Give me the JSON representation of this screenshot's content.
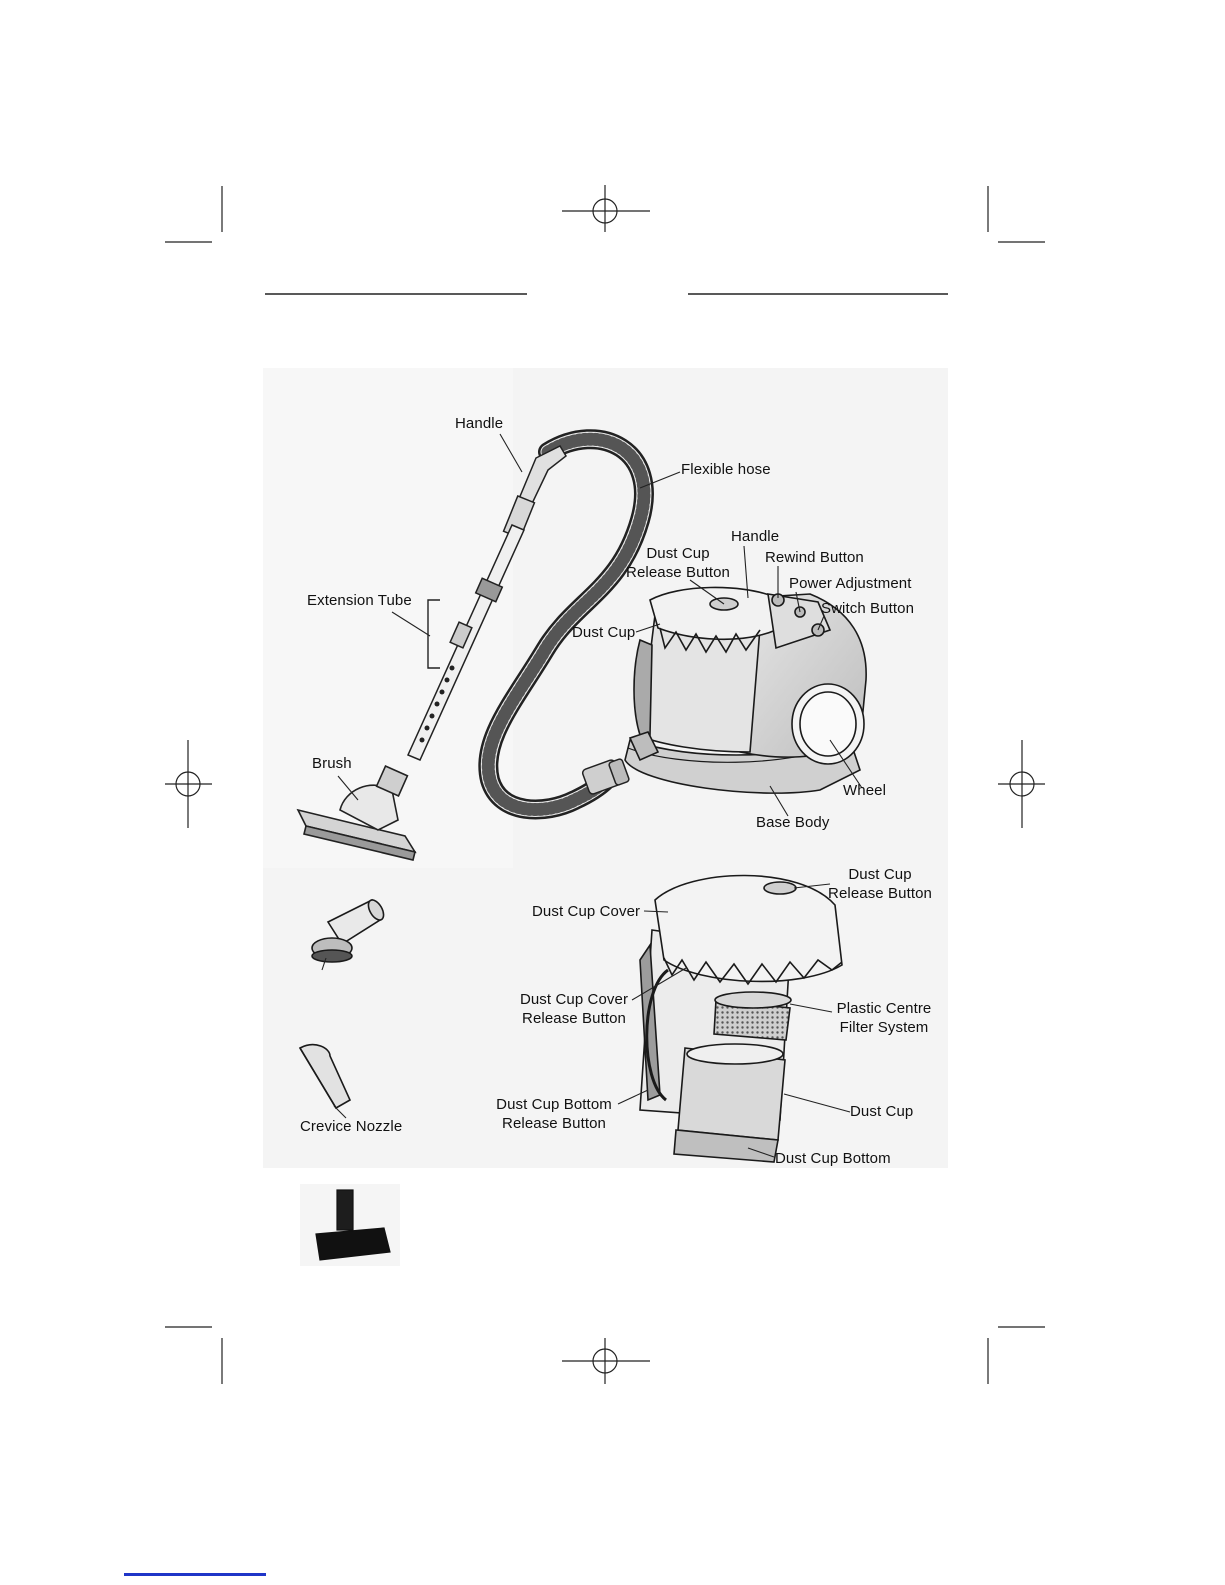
{
  "colors": {
    "ink": "#111111",
    "line": "#1a1a1a",
    "body_shade": "#d6d6d6",
    "panel_bg": "#f2f2f2",
    "accent_bar": "#1f35c8"
  },
  "icons": [
    "registration-mark-icon",
    "crop-mark-icon"
  ],
  "labels": {
    "handle_top": "Handle",
    "flexible_hose": "Flexible hose",
    "handle_body": "Handle",
    "dust_cup_release": [
      "Dust  Cup",
      "Release Button"
    ],
    "rewind_button": "Rewind Button",
    "power_adjustment": "Power Adjustment",
    "switch_button": "Switch Button",
    "extension_tube": "Extension Tube",
    "dust_cup_main": "Dust Cup",
    "brush": "Brush",
    "wheel": "Wheel",
    "base_body": "Base Body",
    "cup_release_2": [
      "Dust  Cup",
      "Release Button"
    ],
    "dust_cup_cover": "Dust Cup Cover",
    "cover_release": [
      "Dust Cup Cover",
      "Release Button"
    ],
    "filter_system": [
      "Plastic Centre",
      "Filter System"
    ],
    "bottom_release": [
      "Dust Cup Bottom",
      "Release Button"
    ],
    "dust_cup_exploded": "Dust Cup",
    "crevice_nozzle": "Crevice Nozzle",
    "dust_cup_bottom": "Dust Cup Bottom"
  }
}
